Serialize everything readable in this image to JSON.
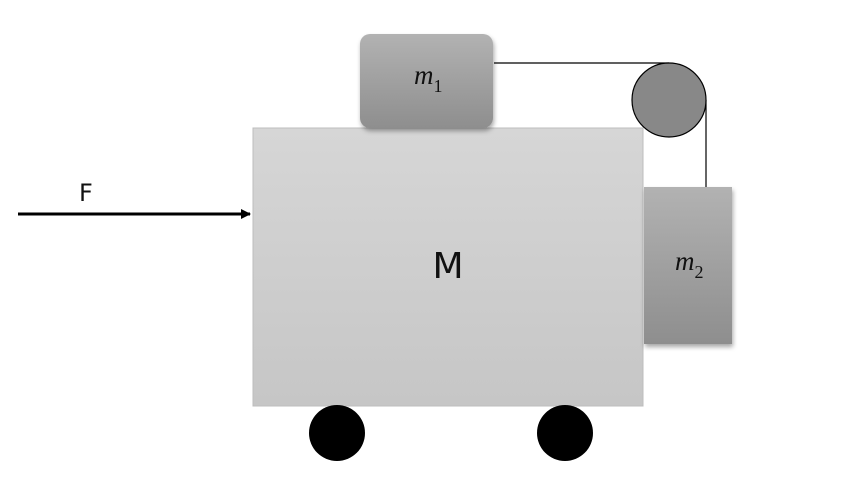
{
  "labels": {
    "force": "F",
    "cart_mass": "M",
    "block1_symbol": "m",
    "block1_subscript": "1",
    "block2_symbol": "m",
    "block2_subscript": "2"
  },
  "colors": {
    "cart_top": "#d6d6d6",
    "cart_bottom": "#c6c6c6",
    "block_top": "#b2b2b2",
    "block_bottom": "#8e8e8e",
    "pulley": "#888888",
    "wheel": "#000000",
    "string": "#000000",
    "arrow": "#000000"
  }
}
